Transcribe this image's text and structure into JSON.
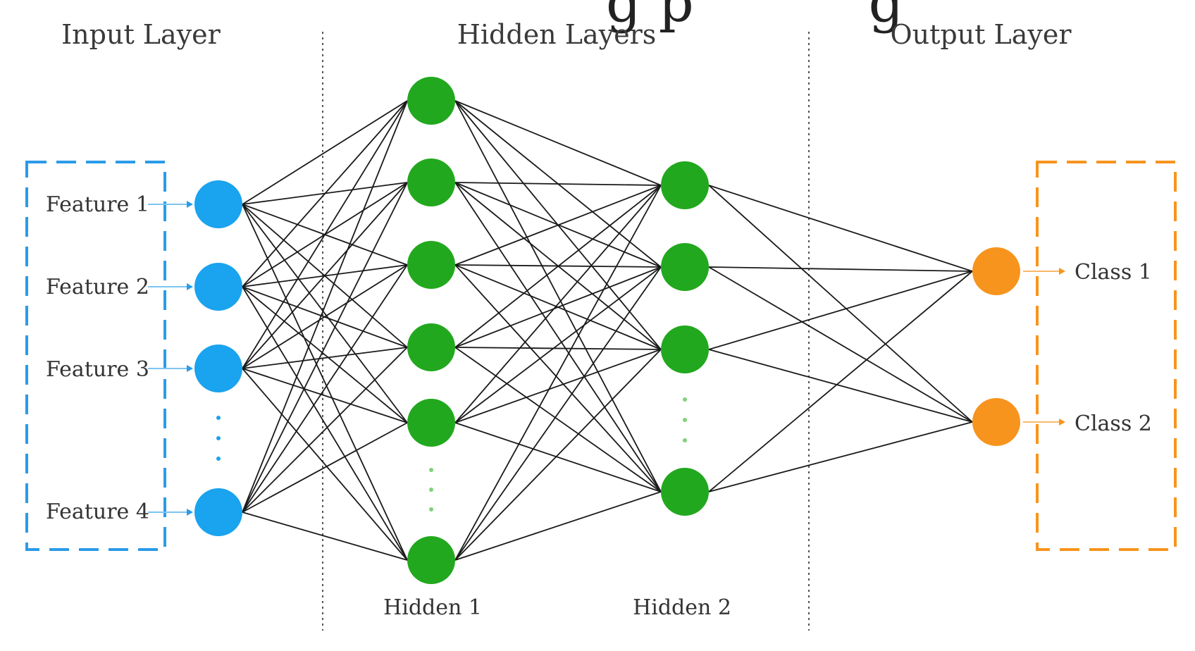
{
  "header_fragment": "g p          g",
  "sections": {
    "input_title": "Input Layer",
    "hidden_title": "Hidden Layers",
    "output_title": "Output Layer"
  },
  "inputs": {
    "labels": [
      "Feature 1",
      "Feature 2",
      "Feature 3",
      "Feature 4"
    ],
    "color": "#1aa3ee"
  },
  "hidden": {
    "layer1_label": "Hidden 1",
    "layer2_label": "Hidden 2",
    "color": "#22a81e"
  },
  "outputs": {
    "labels": [
      "Class 1",
      "Class 2"
    ],
    "color": "#f7941d"
  },
  "colors": {
    "edge": "#1a1a1a",
    "divider": "#555555",
    "input_box": "#2b9be8",
    "output_box": "#f7941d"
  }
}
